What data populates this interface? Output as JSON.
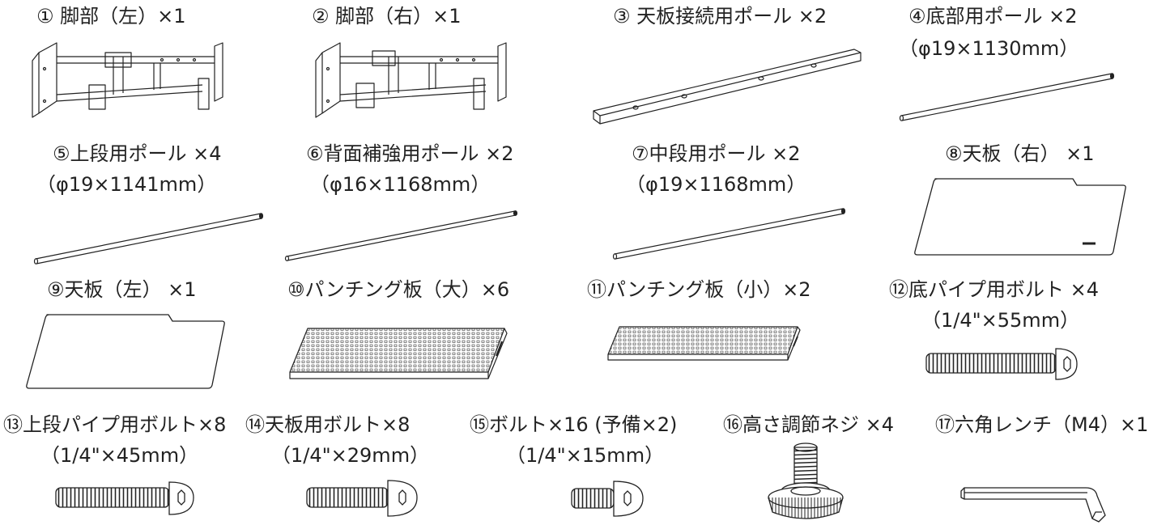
{
  "parts": [
    {
      "label": "① 脚部（左）×1",
      "icon": "leg-frame-left-icon"
    },
    {
      "label": "② 脚部（右）×1",
      "icon": "leg-frame-right-icon"
    },
    {
      "label": "③ 天板接続用ポール ×2",
      "icon": "top-connecting-pole-icon"
    },
    {
      "label": "④底部用ポール ×2",
      "spec": "（φ19×1130mm）",
      "icon": "bottom-pole-icon"
    },
    {
      "label": "⑤上段用ポール ×4",
      "spec": "（φ19×1141mm）",
      "icon": "upper-pole-icon"
    },
    {
      "label": "⑥背面補強用ポール ×2",
      "spec": "（φ16×1168mm）",
      "icon": "back-brace-pole-icon"
    },
    {
      "label": "⑦中段用ポール ×2",
      "spec": "（φ19×1168mm）",
      "icon": "middle-pole-icon"
    },
    {
      "label": "⑧天板（右） ×1",
      "icon": "tabletop-right-icon"
    },
    {
      "label": "⑨天板（左） ×1",
      "icon": "tabletop-left-icon"
    },
    {
      "label": "⑩パンチング板（大）×6",
      "icon": "perforated-board-large-icon"
    },
    {
      "label": "⑪パンチング板（小）×2",
      "icon": "perforated-board-small-icon"
    },
    {
      "label": "⑫底パイプ用ボルト ×4",
      "spec": "（1/4\"×55mm）",
      "icon": "bottom-pipe-bolt-icon"
    },
    {
      "label": "⑬上段パイプ用ボルト×8",
      "spec": "（1/4\"×45mm）",
      "icon": "upper-pipe-bolt-icon"
    },
    {
      "label": "⑭天板用ボルト×8",
      "spec": "（1/4\"×29mm）",
      "icon": "tabletop-bolt-icon"
    },
    {
      "label": "⑮ボルト×16 (予備×2)",
      "spec": "（1/4\"×15mm）",
      "icon": "short-bolt-icon"
    },
    {
      "label": "⑯高さ調節ネジ ×4",
      "icon": "height-adjuster-screw-icon"
    },
    {
      "label": "⑰六角レンチ（M4）×1",
      "icon": "hex-wrench-icon"
    }
  ],
  "colors": {
    "line": "#222222",
    "background": "#ffffff"
  }
}
